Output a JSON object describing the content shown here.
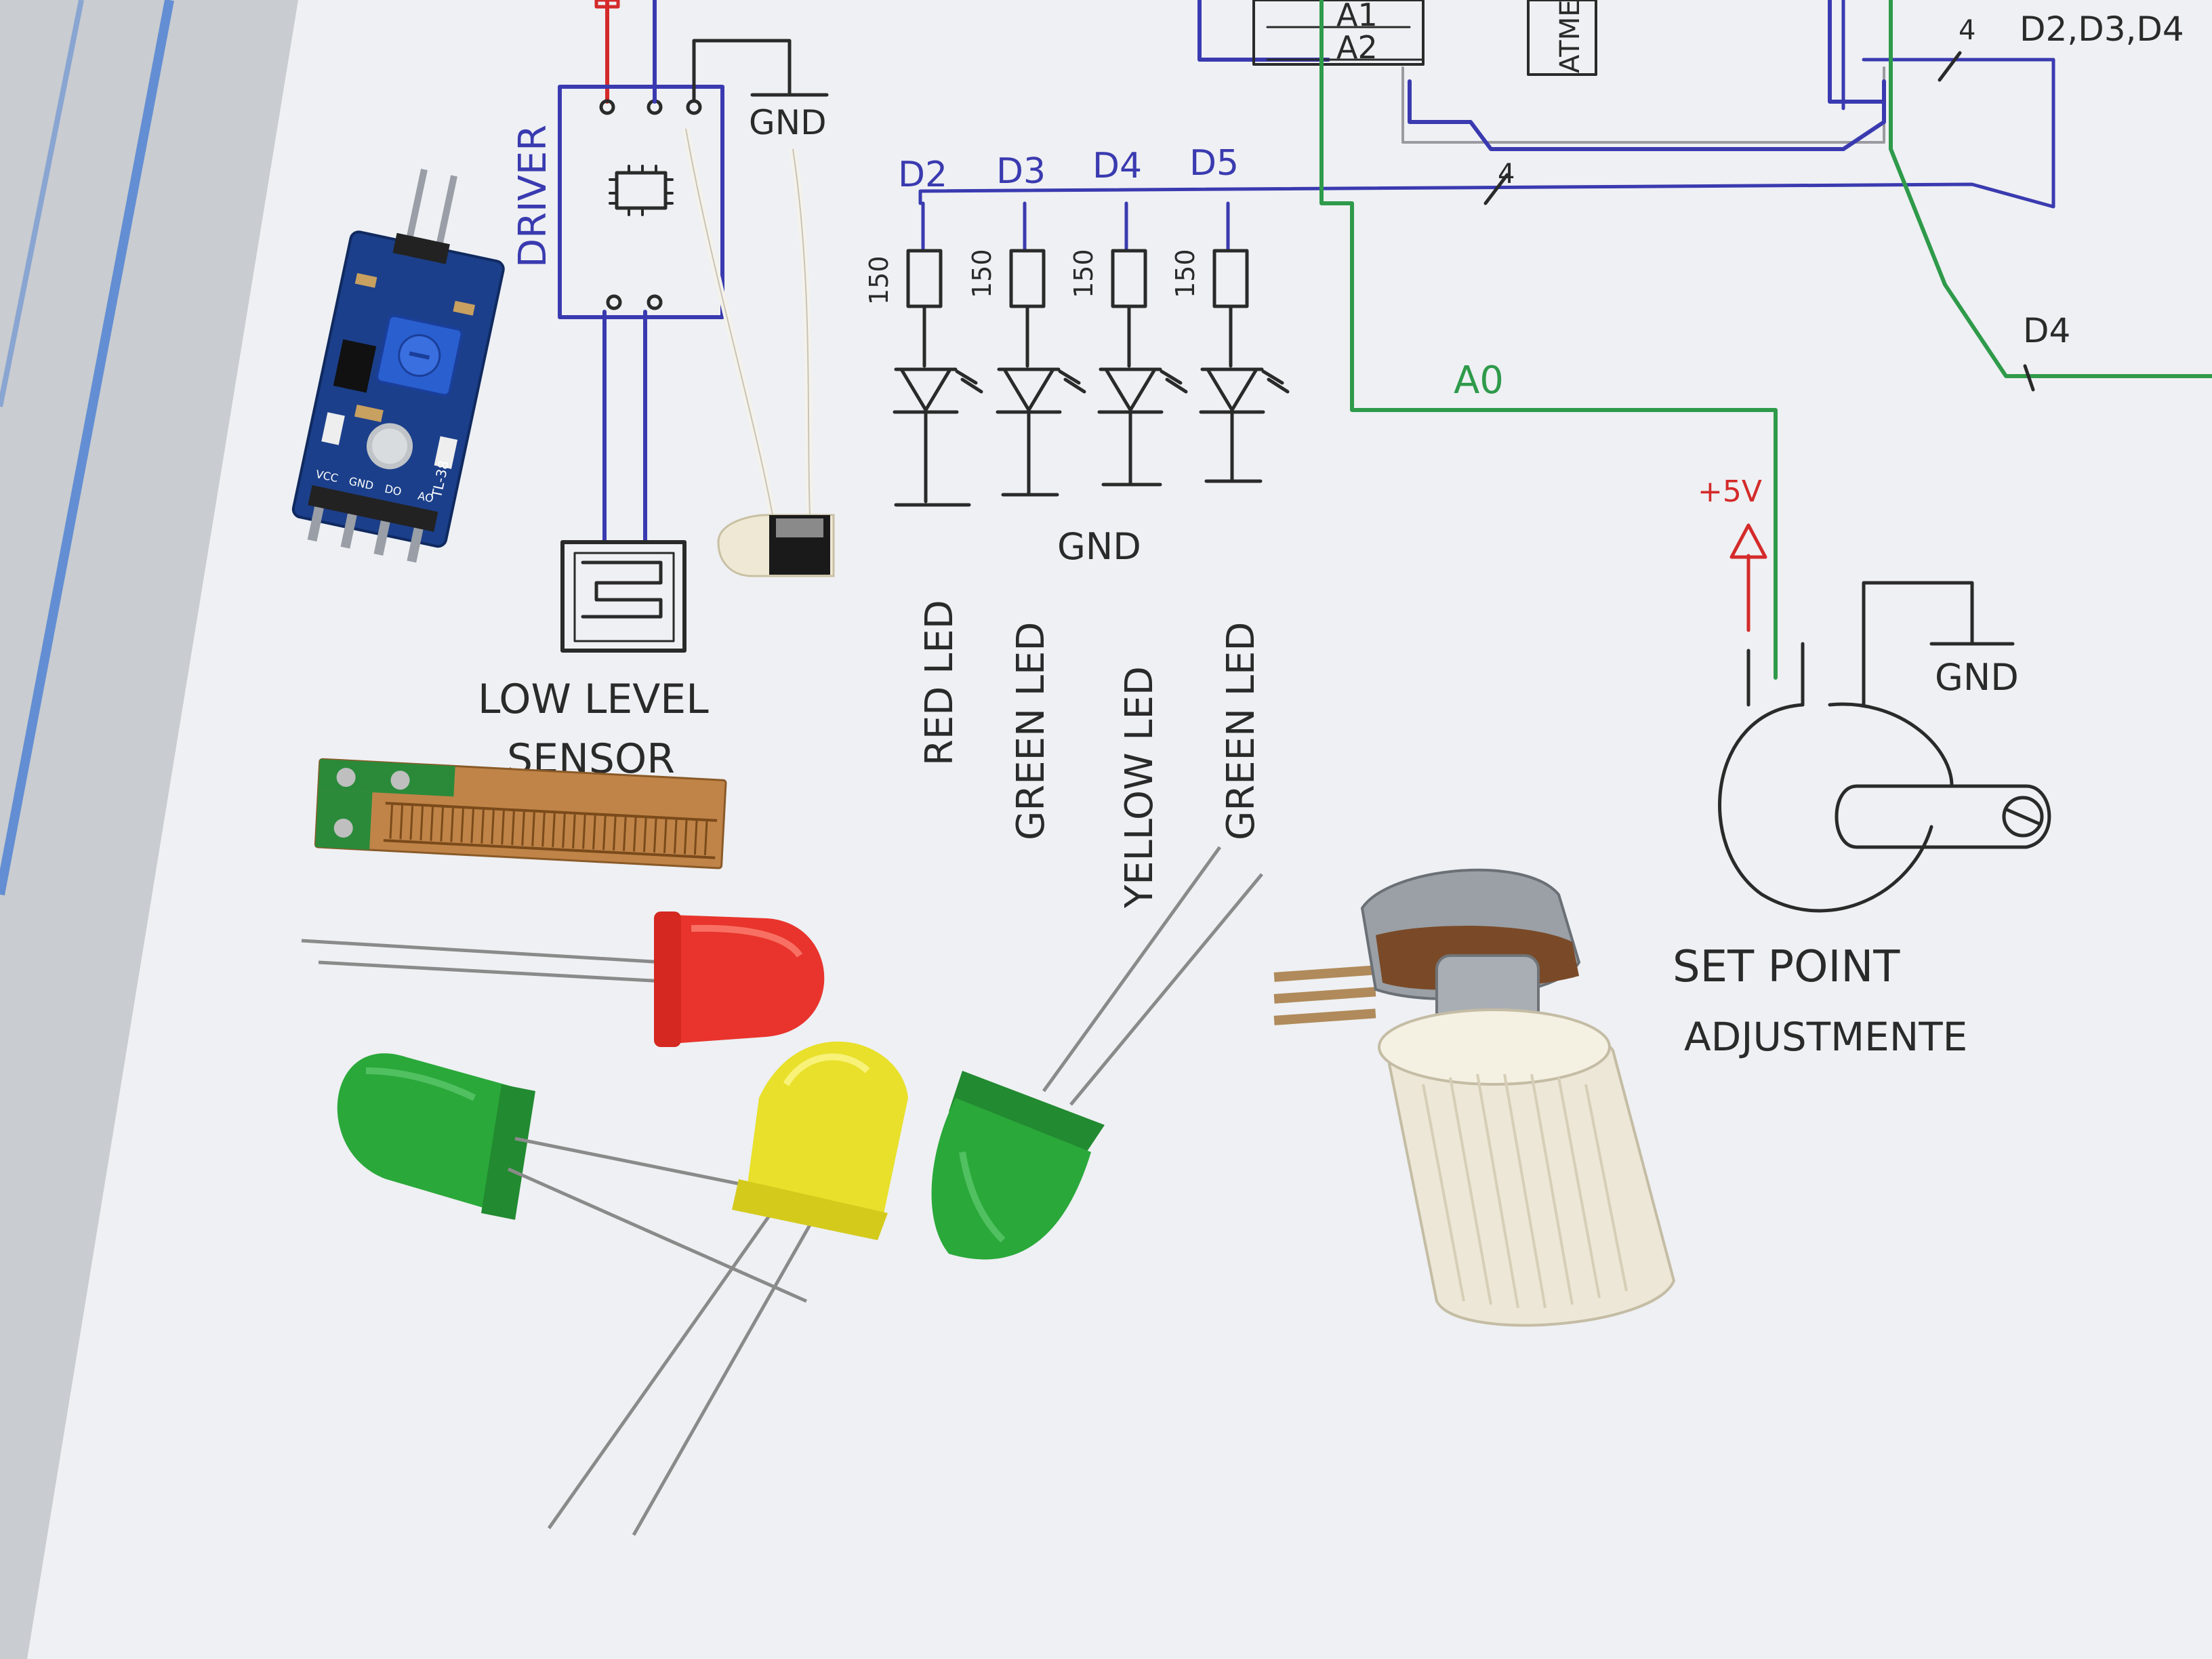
{
  "colors": {
    "tablecloth": "#c9ccd0",
    "tablecloth_stripe": "#4a7fd4",
    "paper": "#eef0f3",
    "ink_black": "#2a2a2a",
    "ink_blue": "#3a3ab0",
    "ink_green": "#2e9a4a",
    "ink_red": "#d42a2a",
    "led_red": "#e8342c",
    "led_green": "#2aa83a",
    "led_yellow": "#e8e02a",
    "pcb_blue": "#1b3f8a",
    "trimmer_blue": "#2a5fd0",
    "knob_cream": "#ece7d6",
    "copper": "#b8743a"
  },
  "schematic": {
    "driver_label": "DRIVER",
    "gnd_label_top": "GND",
    "pin_labels_top_center": [
      "A1",
      "A2"
    ],
    "chip_label": "ATME",
    "output_bus_label": "D2,D3,D4",
    "bus_count_top": "4",
    "bus_count_mid": "4",
    "d4_label": "D4",
    "a0_label": "A0",
    "led_pins": [
      "D2",
      "D3",
      "D4",
      "D5"
    ],
    "resistor_values": [
      "150",
      "150",
      "150",
      "150"
    ],
    "gnd_label_leds": "GND",
    "led_names": [
      "RED LED",
      "GREEN LED",
      "YELLOW LED",
      "GREEN LED"
    ],
    "sensor_label_line1": "LOW LEVEL",
    "sensor_label_line2": "SENSOR",
    "plus5v_label": "+5V",
    "gnd_label_pot": "GND",
    "setpoint_line1": "SET POINT",
    "setpoint_line2": "ADJUSTMENTE"
  },
  "module_pin_labels": [
    "VCC",
    "GND",
    "DO",
    "AO"
  ],
  "module_chip_label": "TL-38"
}
